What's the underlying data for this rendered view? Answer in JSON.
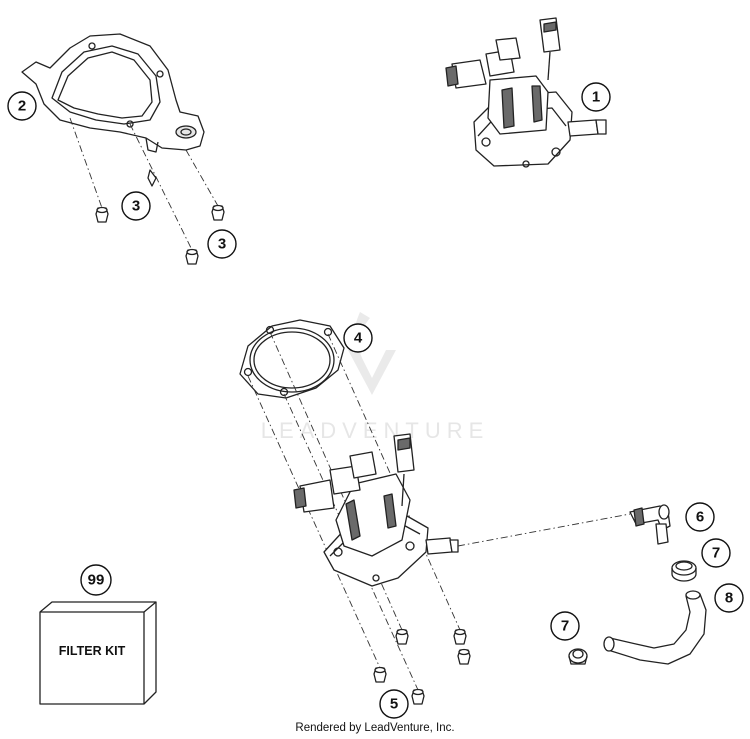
{
  "callouts": {
    "c1": "1",
    "c2": "2",
    "c3a": "3",
    "c3b": "3",
    "c4": "4",
    "c5": "5",
    "c6": "6",
    "c7a": "7",
    "c7b": "7",
    "c8": "8",
    "c99": "99"
  },
  "filter_kit_label": "FILTER KIT",
  "watermark_text": "LEADVENTURE",
  "footer_text": "Rendered by LeadVenture, Inc."
}
